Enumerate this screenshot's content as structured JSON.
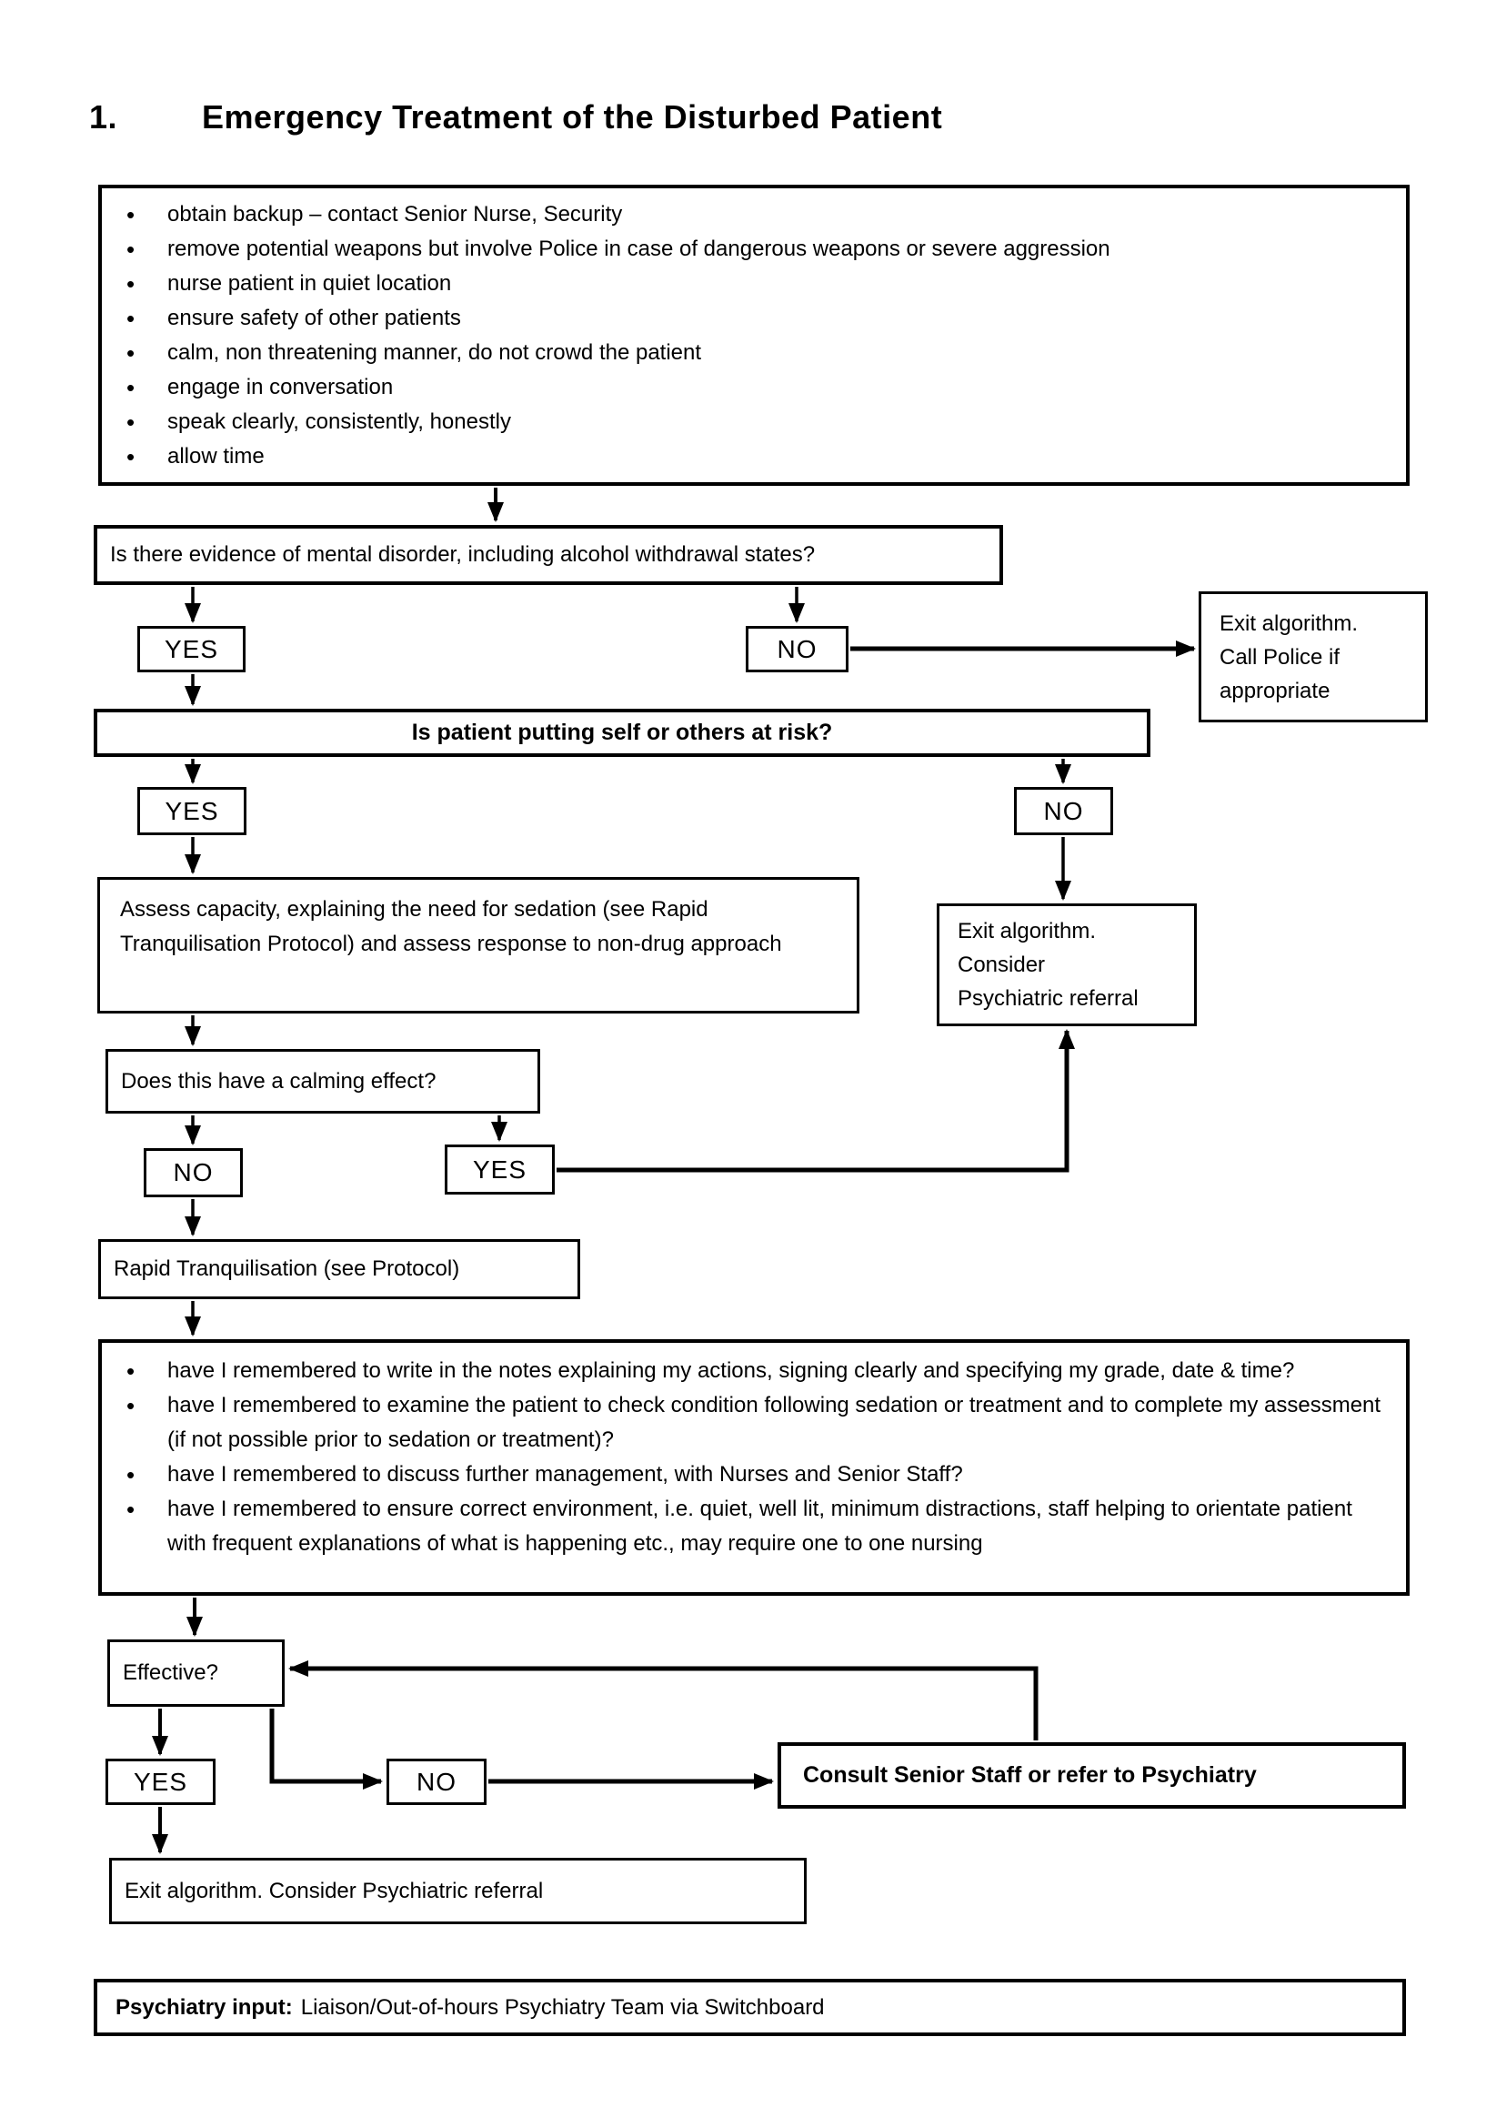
{
  "page": {
    "title_number": "1.",
    "title": "Emergency Treatment of the Disturbed Patient"
  },
  "labels": {
    "yes": "YES",
    "no": "NO"
  },
  "initial_actions": {
    "bullets": [
      "obtain backup – contact Senior Nurse, Security",
      "remove potential weapons but involve Police in case of dangerous weapons or severe aggression",
      "nurse patient in quiet location",
      "ensure safety of other patients",
      "calm, non threatening manner, do not crowd the patient",
      "engage in conversation",
      "speak clearly, consistently, honestly",
      "allow time"
    ]
  },
  "questions": {
    "mental_disorder": "Is there evidence of mental disorder, including alcohol withdrawal states?",
    "risk": "Is patient putting self or others at risk?",
    "calming": "Does this have a calming effect?",
    "effective": "Effective?"
  },
  "actions": {
    "assess_capacity": "Assess capacity, explaining the need for sedation (see Rapid Tranquilisation Protocol) and assess response to non-drug approach",
    "rapid_tranquilisation": "Rapid Tranquilisation (see Protocol)",
    "consult": "Consult Senior Staff or refer to Psychiatry"
  },
  "exits": {
    "call_police_lines": [
      "Exit algorithm.",
      "Call Police if",
      "appropriate"
    ],
    "psychiatric_referral_lines": [
      "Exit algorithm.",
      "Consider",
      "Psychiatric referral"
    ],
    "consider_referral": "Exit algorithm. Consider Psychiatric referral"
  },
  "checklist": {
    "bullets": [
      "have I remembered to write in the notes explaining my actions, signing clearly and specifying my grade, date & time?",
      "have I remembered to examine the patient to check condition following sedation or treatment and to complete my assessment (if not possible prior to sedation or treatment)?",
      "have I remembered to discuss further management, with Nurses and Senior Staff?",
      "have I remembered to ensure correct environment, i.e. quiet, well lit, minimum distractions, staff helping to orientate patient with frequent explanations of what is happening etc., may require one to one nursing"
    ]
  },
  "psychiatry_input": {
    "label": "Psychiatry input:",
    "text": "Liaison/Out-of-hours Psychiatry Team via Switchboard"
  }
}
